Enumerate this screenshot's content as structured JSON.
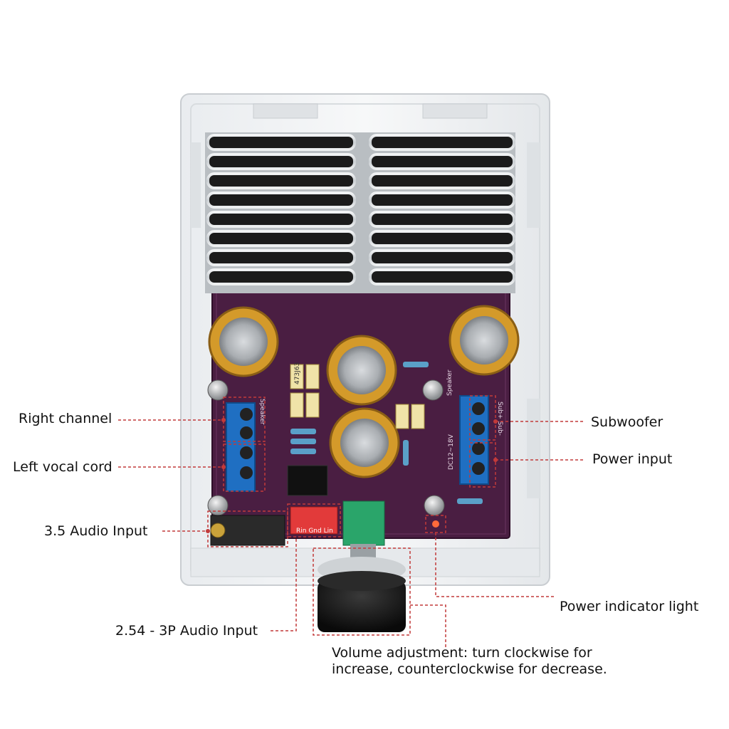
{
  "labels": {
    "right_channel": "Right channel",
    "left_vocal_cord": "Left vocal cord",
    "audio_input_35": "3.5 Audio Input",
    "audio_input_254": "2.54 - 3P Audio Input",
    "subwoofer": "Subwoofer",
    "power_input": "Power input",
    "power_indicator": "Power indicator light",
    "volume_line1": "Volume adjustment: turn clockwise for",
    "volume_line2": "increase, counterclockwise for decrease."
  },
  "pcb_silkscreen": {
    "speaker_left": "Speaker",
    "speaker_right": "Speaker",
    "dc_rating": "DC12~18V",
    "cap_label": "473J63",
    "sub_terminal": "Sub+ Sub-",
    "header_pins": "Rin Gnd Lin"
  },
  "colors": {
    "pcb": "#4a1e42",
    "heatsink": "#cfd3d6",
    "terminal_blue": "#1f6fc2",
    "leader_line": "#c23a3a",
    "capacitor_sleeve": "#d49a2a"
  }
}
